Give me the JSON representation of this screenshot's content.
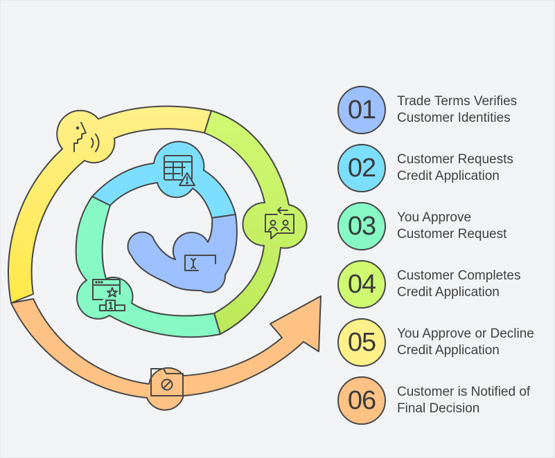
{
  "diagram": {
    "type": "spiral-process",
    "steps": [
      {
        "number": "01",
        "line1": "Trade Terms Verifies",
        "line2": "Customer Identities",
        "color": "#9dc0ff",
        "icon": "text-cursor-input-icon"
      },
      {
        "number": "02",
        "line1": "Customer Requests",
        "line2": "Credit Application",
        "color": "#7ddfff",
        "icon": "table-warning-icon"
      },
      {
        "number": "03",
        "line1": "You Approve",
        "line2": "Customer Request",
        "color": "#86f9c4",
        "icon": "browser-star-podium-icon"
      },
      {
        "number": "04",
        "line1": "Customer Completes",
        "line2": "Credit Application",
        "color": "#d0f972",
        "icon": "chat-users-exchange-icon"
      },
      {
        "number": "05",
        "line1": "You Approve or Decline",
        "line2": "Credit Application",
        "color": "#fff08a",
        "icon": "speaking-head-icon"
      },
      {
        "number": "06",
        "line1": "Customer is Notified of",
        "line2": "Final Decision",
        "color": "#ffc285",
        "icon": "folder-blocked-icon"
      }
    ]
  },
  "colors": {
    "background": "#f2f3f5",
    "stroke": "#464646",
    "text": "#404040"
  }
}
